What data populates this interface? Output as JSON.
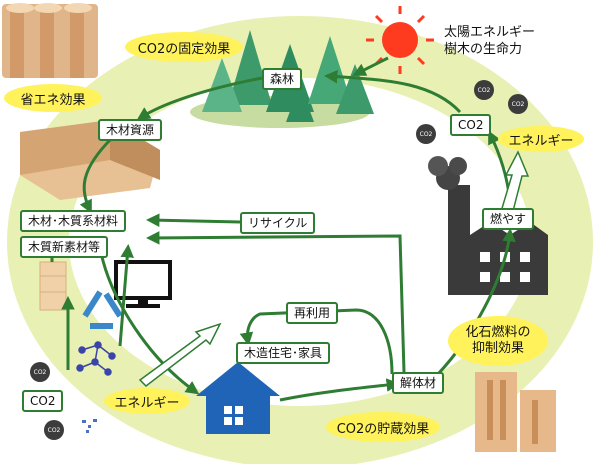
{
  "labels": {
    "forest": "森林",
    "timber_resource": "木材資源",
    "wood_materials": "木材･木質系材料",
    "new_wood_materials": "木質新素材等",
    "recycle": "リサイクル",
    "reuse": "再利用",
    "housing_furniture": "木造住宅･家具",
    "dismantled_wood": "解体材",
    "burn": "燃やす",
    "co2_right": "CO2",
    "co2_left": "CO2"
  },
  "callouts": {
    "co2_fixation": "CO2の固定効果",
    "energy_saving": "省エネ効果",
    "energy_right": "エネルギー",
    "energy_left": "エネルギー",
    "fossil_fuel_line1": "化石燃料の",
    "fossil_fuel_line2": "抑制効果",
    "co2_storage": "CO2の貯蔵効果"
  },
  "sun_text": {
    "line1": "太陽エネルギー",
    "line2": "樹木の生命力"
  },
  "co2_bubble": "CO2",
  "colors": {
    "ring": "#e9f0b4",
    "arrow": "#2e7d32",
    "callout": "#fff25a",
    "sun": "#ff3b1f",
    "house": "#1f64b7",
    "factory": "#3a3a3a"
  }
}
